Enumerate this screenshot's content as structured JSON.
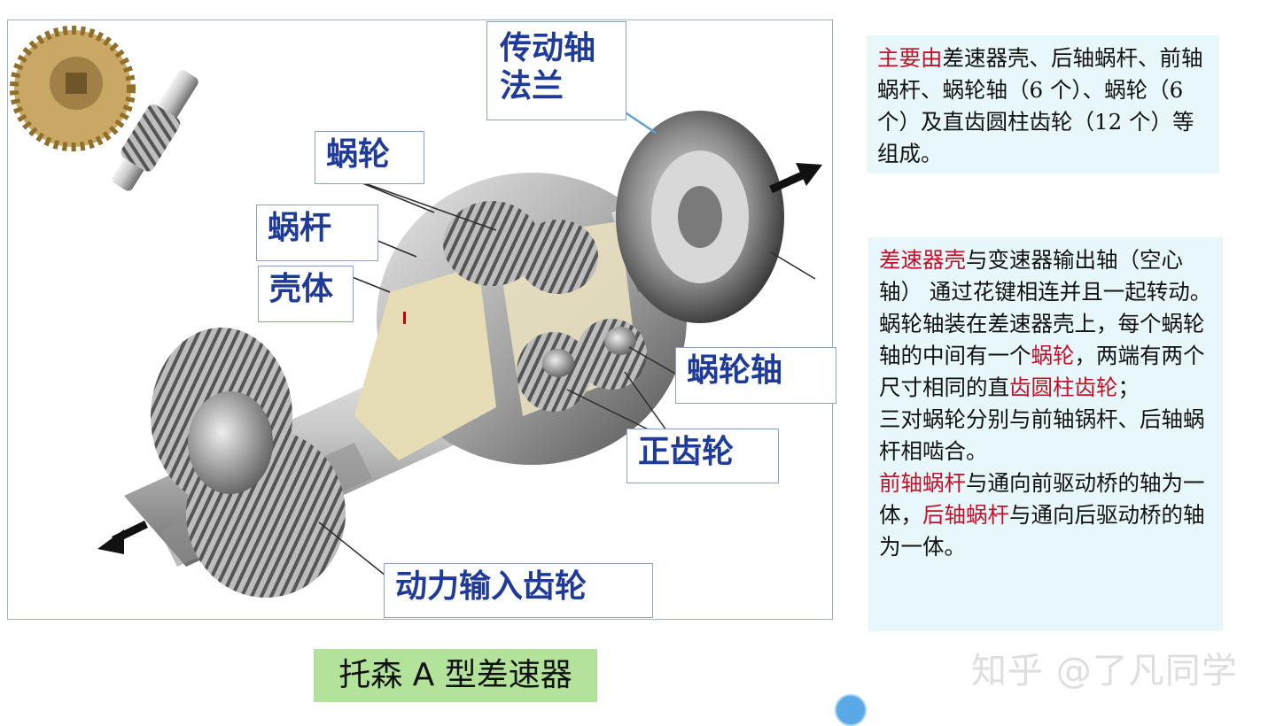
{
  "labels": {
    "flange": "传动轴\n法兰",
    "worm_wheel": "蜗轮",
    "worm": "蜗杆",
    "housing": "壳体",
    "worm_wheel_shaft": "蜗轮轴",
    "spur_gear": "正齿轮",
    "input_gear": "动力输入齿轮"
  },
  "caption": "托森 A 型差速器",
  "watermark": "知乎 @了凡同学",
  "box1": {
    "lead": "主要由",
    "text": "差速器壳、后轴蜗杆、前轴蜗杆、蜗轮轴（6 个）、蜗轮（6 个）及直齿圆柱齿轮（12 个）等组成。"
  },
  "box2": {
    "p1_red": "差速器壳",
    "p1_text": "与变速器输出轴（空心轴） 通过花键相连并且一起转动。",
    "p2_a": "蜗轮轴装在差速器壳上，每个蜗轮轴的中间有一个",
    "p2_red1": "蜗轮",
    "p2_b": "，两端有两个尺寸相同的直",
    "p2_red2": "齿圆柱齿轮",
    "p2_c": "；",
    "p3": "三对蜗轮分别与前轴锅杆、后轴蜗杆相啮合。",
    "p4_red1": "前轴蜗杆",
    "p4_a": "与通向前驱动桥的轴为一体，",
    "p4_red2": "后轴蜗杆",
    "p4_b": "与通向后驱动桥的轴为一体。"
  },
  "colors": {
    "label_text": "#1f3b9a",
    "highlight": "#c0102a",
    "caption_bg": "#b3e39a",
    "note_bg": "#e8f7fa"
  }
}
